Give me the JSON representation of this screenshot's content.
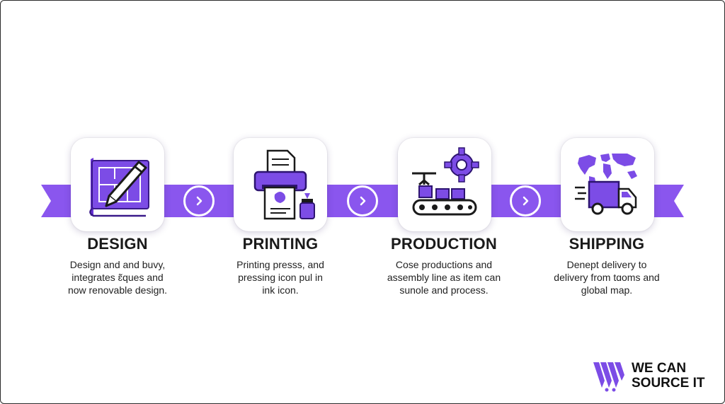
{
  "colors": {
    "accent": "#7c4ce6",
    "ribbon": "#8a56ee",
    "ink": "#1a1a1a"
  },
  "steps": [
    {
      "icon": "blueprint-pencil-icon",
      "title": "DESIGN",
      "description": "Design and and buvy,\nintegrates ɛ̃ques and\nnow renovable design."
    },
    {
      "icon": "printer-ink-icon",
      "title": "PRINTING",
      "description": "Printing presss, and\npressing icon pul in\nink icon."
    },
    {
      "icon": "assembly-line-gear-icon",
      "title": "PRODUCTION",
      "description": "Cose productions and\nassembly line as item can\nsunole and process."
    },
    {
      "icon": "truck-world-map-icon",
      "title": "SHIPPING",
      "description": "Denept delivery to\ndelivery from tɑoms and\nglobal map."
    }
  ],
  "connectors": [
    "chevron-right-icon",
    "chevron-right-icon",
    "chevron-right-icon"
  ],
  "logo": {
    "line1": "WE CAN",
    "line2": "SOURCE IT"
  }
}
